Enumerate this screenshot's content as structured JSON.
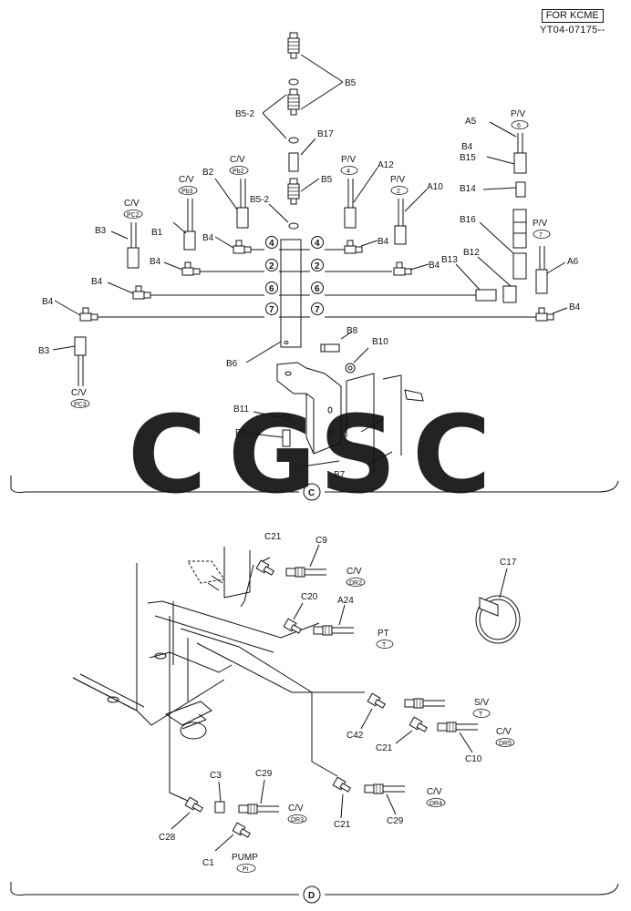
{
  "header": {
    "badge": "FOR KCME",
    "code": "YT04-07175--"
  },
  "watermark": {
    "letters": [
      "C",
      "G",
      "S",
      "C"
    ],
    "colors": [
      "#4f8ff0",
      "#ef5b5b",
      "#f6cf3a",
      "#3fb27a"
    ]
  },
  "section_c": {
    "marker": "C",
    "port_numbers": [
      "4",
      "2",
      "6",
      "7"
    ],
    "labels": {
      "B5": "B5",
      "B5_2": "B5-2",
      "B17": "B17",
      "B5b": "B5",
      "B5_2b": "B5-2",
      "PV4": "P/V",
      "PV4_port": "4",
      "A12": "A12",
      "PV2": "P/V",
      "PV2_port": "2",
      "A10": "A10",
      "A5": "A5",
      "PV6": "P/V",
      "PV6_port": "6",
      "B4a": "B4",
      "B15": "B15",
      "B14": "B14",
      "B16": "B16",
      "PV7": "P/V",
      "PV7_port": "7",
      "A6": "A6",
      "CV_pb2": "C/V",
      "pb2": "Pb2",
      "B2": "B2",
      "CV_pb3": "C/V",
      "pb3": "Pb3",
      "B1": "B1",
      "CV_pc2": "C/V",
      "pc2": "PC2",
      "B3a": "B3",
      "B4_l1": "B4",
      "B4_r1": "B4",
      "B4_l2": "B4",
      "B4_r2": "B4",
      "B13": "B13",
      "B12": "B12",
      "B4_l3": "B4",
      "B4_l4": "B4",
      "B4_r4": "B4",
      "B3b": "B3",
      "CV_pc3": "C/V",
      "pc3": "PC3",
      "B6": "B6",
      "B8": "B8",
      "B10": "B10",
      "B11": "B11",
      "B9": "B9",
      "B7": "B7"
    }
  },
  "section_d": {
    "marker": "D",
    "labels": {
      "C21a": "C21",
      "C9": "C9",
      "CV_dr2": "C/V",
      "dr2": "DR2",
      "C17": "C17",
      "C20": "C20",
      "A24": "A24",
      "PT": "PT",
      "T1": "T",
      "SV": "S/V",
      "T2": "T",
      "C42": "C42",
      "C21b": "C21",
      "CV_dr5": "C/V",
      "dr5": "DR5",
      "C10": "C10",
      "C3": "C3",
      "C29a": "C29",
      "CV_dr3": "C/V",
      "dr3": "DR3",
      "C28": "C28",
      "C1": "C1",
      "PUMP": "PUMP",
      "pi": "Pi",
      "C21c": "C21",
      "C29b": "C29",
      "CV_dr4": "C/V",
      "dr4": "DR4"
    }
  }
}
